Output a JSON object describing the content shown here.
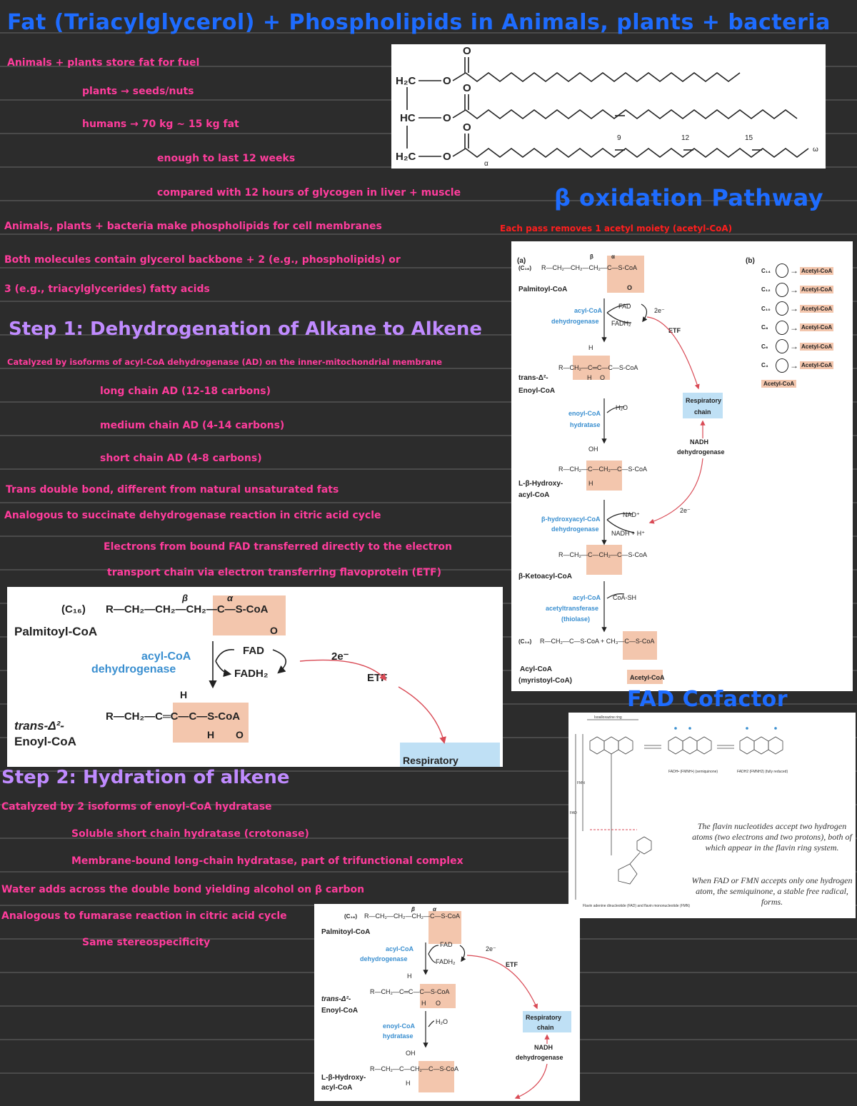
{
  "header": {
    "title": "Fat (Triacylglycerol) + Phospholipids in Animals, plants + bacteria"
  },
  "notes_top": [
    "Animals + plants store fat for fuel",
    "plants → seeds/nuts",
    "humans → 70 kg ~ 15 kg fat",
    "enough to last 12 weeks",
    "compared with 12 hours of glycogen in liver + muscle",
    "Animals, plants + bacteria make phospholipids for cell membranes",
    "Both molecules contain glycerol backbone + 2 (e.g., phospholipids) or",
    "3 (e.g., triacylglycerides) fatty acids"
  ],
  "step1": {
    "title": "Step 1: Dehydrogenation of Alkane to Alkene",
    "lines": [
      "Catalyzed by isoforms of acyl-CoA dehydrogenase (AD) on the inner-mitochondrial membrane",
      "long chain AD (12-18 carbons)",
      "medium chain AD (4-14 carbons)",
      "short chain AD (4-8 carbons)",
      "Trans double bond, different from natural unsaturated fats",
      "Analogous to succinate dehydrogenase reaction in citric acid cycle",
      "Electrons from bound FAD transferred directly to the electron",
      "transport chain via electron transferring flavoprotein (ETF)"
    ]
  },
  "step2": {
    "title": "Step 2: Hydration of alkene",
    "lines": [
      "Catalyzed by 2 isoforms of enoyl-CoA hydratase",
      "Soluble short chain hydratase (crotonase)",
      "Membrane-bound long-chain hydratase, part of trifunctional complex",
      "Water adds across the double bond yielding alcohol on β carbon",
      "Analogous to fumarase reaction in citric acid cycle",
      "Same stereospecificity"
    ]
  },
  "beta": {
    "title": "β oxidation Pathway",
    "subtitle": "Each pass removes 1 acetyl moiety (acetyl-CoA)"
  },
  "fad": {
    "title": "FAD Cofactor",
    "note1": "The flavin nucleotides accept two hydrogen atoms (two electrons and two protons), both of which appear in the flavin ring system.",
    "note2": "When FAD or FMN accepts only one hydrogen atom, the semiquinone, a stable free radical, forms.",
    "labels": {
      "ring": "Isoalloxazine ring",
      "semi": "FADH• (FMNH•) (semiquinone)",
      "full": "FADH2 (FMNH2) (fully reduced)",
      "caption": "Flavin adenine dinucleotide (FAD) and flavin mononucleotide (FMN)",
      "fmn": "FMN",
      "fadlbl": "FAD"
    }
  },
  "tag": {
    "h2c": "H₂C",
    "hc": "HC",
    "o": "O",
    "alpha": "α",
    "omega": "ω",
    "n9": "9",
    "n12": "12",
    "n15": "15"
  },
  "diag": {
    "c16": "(C₁₆)",
    "c14": "(C₁₄)",
    "palm_formula": "R—CH₂—CH₂—CH₂—C—S-CoA",
    "beta_sym": "β",
    "alpha_sym": "α",
    "palm": "Palmitoyl-CoA",
    "acd1": "acyl-CoA",
    "acd2": "dehydrogenase",
    "fad": "FAD",
    "fadh2": "FADH₂",
    "two_e": "2e⁻",
    "etf": "ETF",
    "enoyl_formula": "R—CH₂—C═C—C—S-CoA",
    "h": "H",
    "o": "O",
    "trans1": "trans-Δ²-",
    "trans2": "Enoyl-CoA",
    "resp1": "Respiratory",
    "resp2": "chain",
    "hyd1": "enoyl-CoA",
    "hyd2": "hydratase",
    "h2o": "H₂O",
    "oh": "OH",
    "hydroxy_formula": "R—CH₂—C—CH₂—C—S-CoA",
    "hydroxy1": "L-β-Hydroxy-",
    "hydroxy2": "acyl-CoA",
    "nadh_dh1": "NADH",
    "nadh_dh2": "dehydrogenase",
    "bhd1": "β-hydroxyacyl-CoA",
    "bhd2": "dehydrogenase",
    "nad": "NAD⁺",
    "nadh": "NADH + H⁺",
    "keto_formula": "R—CH₂—C—CH₂—C—S-CoA",
    "keto": "β-Ketoacyl-CoA",
    "thio1": "acyl-CoA",
    "thio2": "acetyltransferase",
    "thio3": "(thiolase)",
    "coash": "CoA-SH",
    "final_formula": "R—CH₂—C—S-CoA + CH₃—C—S-CoA",
    "acyl1": "Acyl-CoA",
    "acyl2": "(myristoyl-CoA)",
    "acetyl": "Acetyl-CoA",
    "panel_a": "(a)",
    "panel_b": "(b)",
    "resp_partial": "Respiratory"
  },
  "chain_b": [
    {
      "c": "C₁₄",
      "p": "Acetyl-CoA"
    },
    {
      "c": "C₁₂",
      "p": "Acetyl-CoA"
    },
    {
      "c": "C₁₀",
      "p": "Acetyl-CoA"
    },
    {
      "c": "C₈",
      "p": "Acetyl-CoA"
    },
    {
      "c": "C₆",
      "p": "Acetyl-CoA"
    },
    {
      "c": "C₄",
      "p": "Acetyl-CoA"
    }
  ],
  "colors": {
    "title": "#1e6cff",
    "notes": "#ff3c9c",
    "step": "#c08bff",
    "accent_red": "#ff1e1e",
    "highlight": "#f3c6ad",
    "enzyme_blue": "#3a8fd0",
    "resp_box": "#bfe0f5"
  }
}
